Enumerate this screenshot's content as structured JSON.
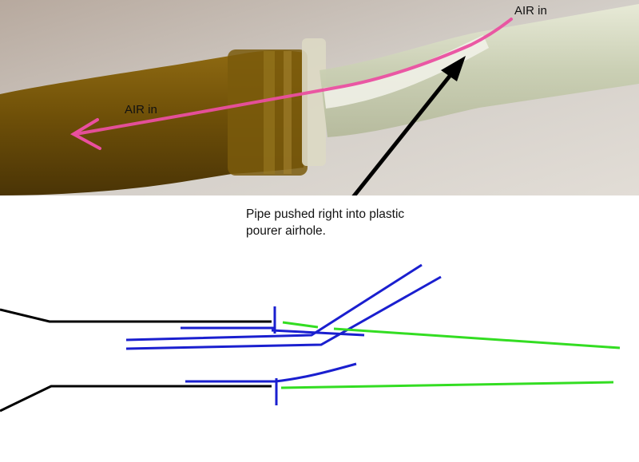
{
  "annotations": {
    "air_in_top": "AIR in",
    "air_in_left": "AIR in",
    "caption_line1": "Pipe pushed right into plastic",
    "caption_line2": "pourer airhole."
  },
  "colors": {
    "background_photo": "#c9c3bd",
    "bottle_glass": "#6b4e0c",
    "pink_tube": "#ea4fa0",
    "arrow": "#000000",
    "diagram_black": "#000000",
    "diagram_blue": "#1a1fcf",
    "diagram_green": "#33dd22"
  }
}
